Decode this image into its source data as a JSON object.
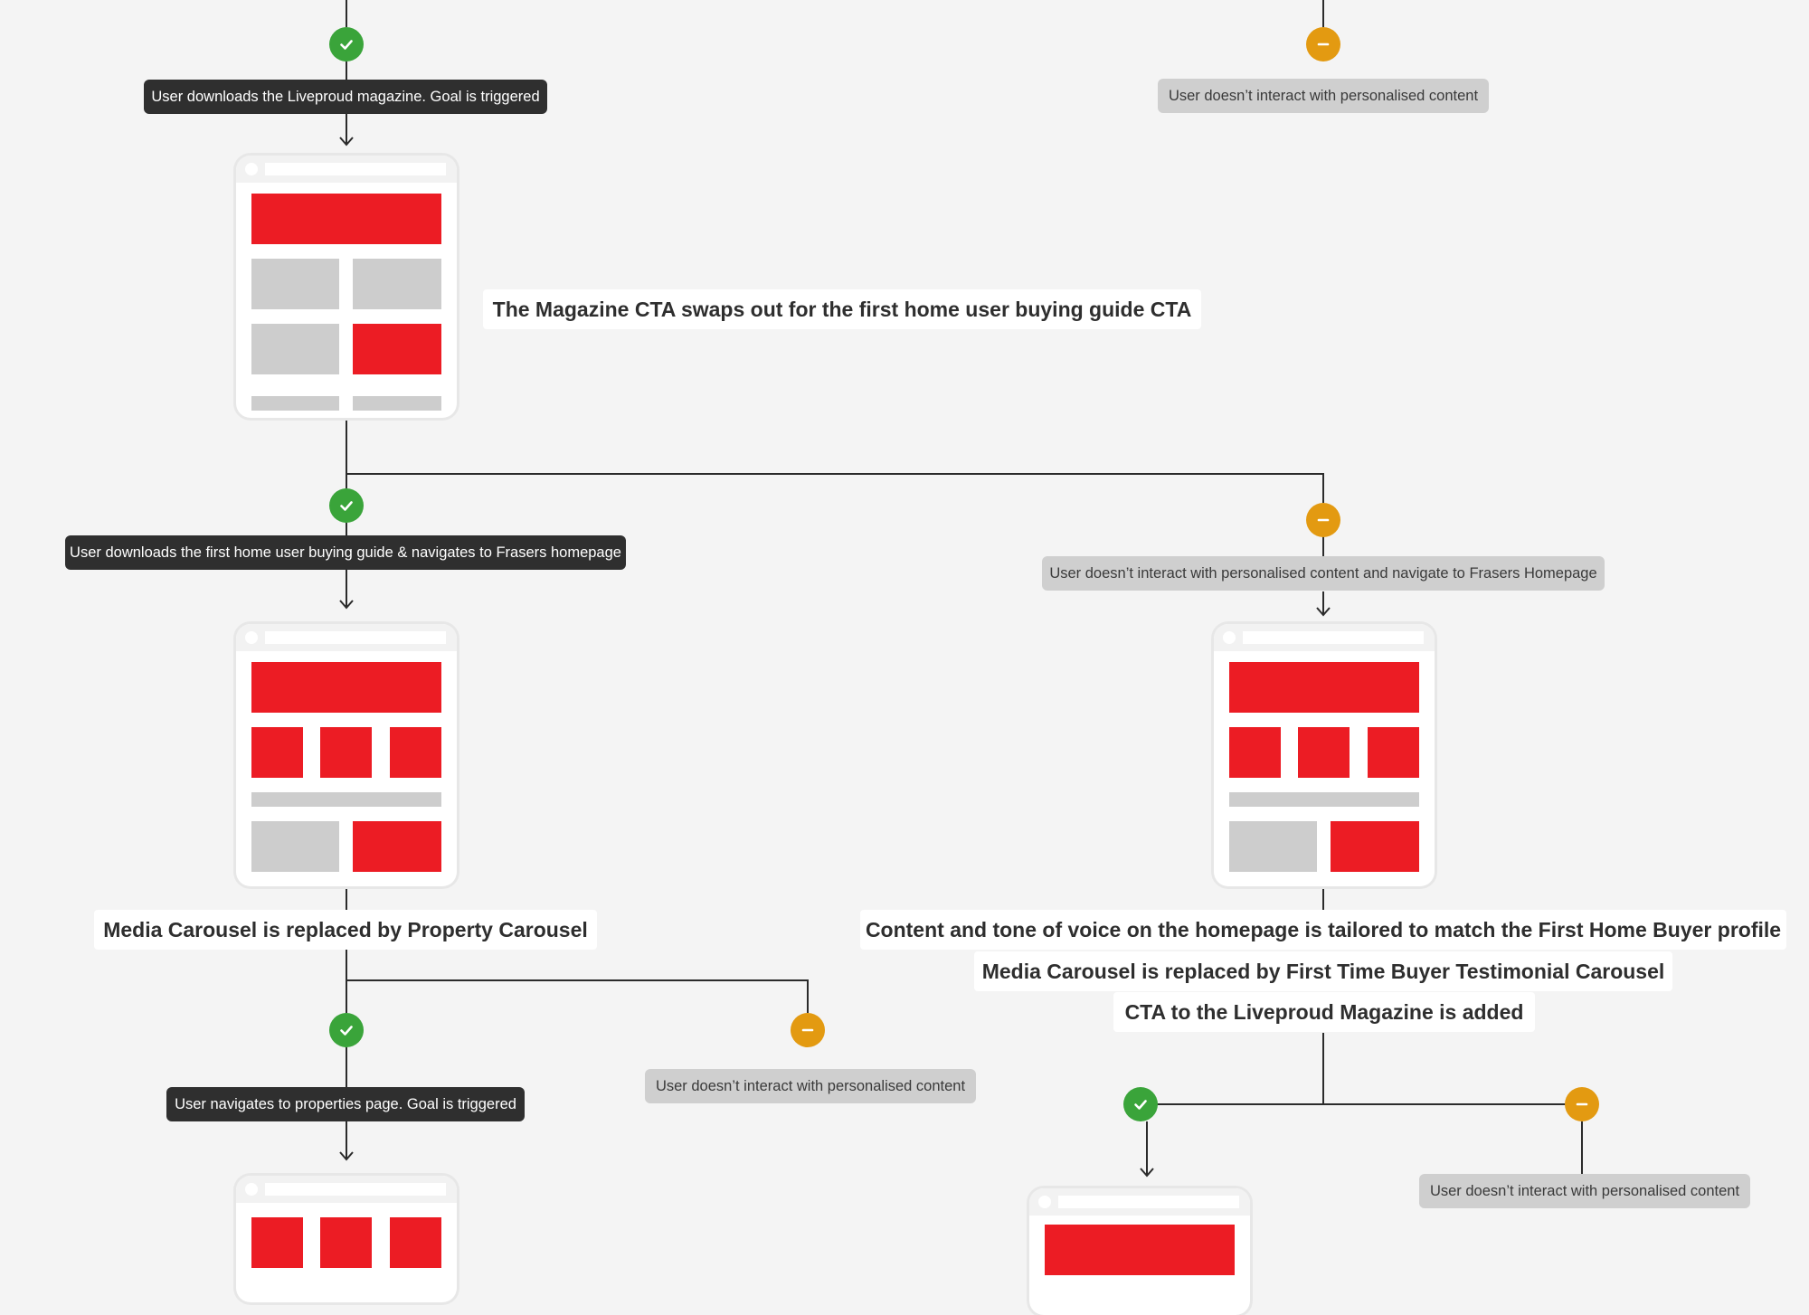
{
  "colors": {
    "background": "#f4f4f4",
    "goal_node": "#3aa43a",
    "no_interaction_node": "#e39a11",
    "personalised_block": "#ec1c24",
    "generic_block": "#cdcdcd",
    "connector": "#2b2b2b"
  },
  "nodes": {
    "goal_icon": "check-icon",
    "no_interaction_icon": "minus-icon"
  },
  "labels": {
    "download_magazine_goal": "User downloads the Liveproud magazine. Goal is triggered",
    "no_interaction_top": "User doesn’t interact with personalised content",
    "download_guide_navigate": "User downloads the first home user buying guide & navigates to Frasers homepage",
    "no_interaction_navigate": "User doesn’t interact with personalised content and  navigate to Frasers Homepage",
    "navigate_properties_goal": "User navigates to properties page. Goal is triggered",
    "no_interaction_mid": "User doesn’t interact with personalised content",
    "no_interaction_bottom": "User doesn’t interact with personalised content"
  },
  "captions": {
    "magazine_cta_swap": "The Magazine CTA swaps out for the first home user buying guide CTA",
    "media_to_property": "Media Carousel is replaced by Property Carousel",
    "tone_tailored": "Content and tone of voice on the homepage is tailored to match the First Home Buyer profile",
    "media_to_testimonial": "Media Carousel is replaced by First Time Buyer Testimonial Carousel",
    "cta_added": "CTA to the Liveproud Magazine is added"
  }
}
